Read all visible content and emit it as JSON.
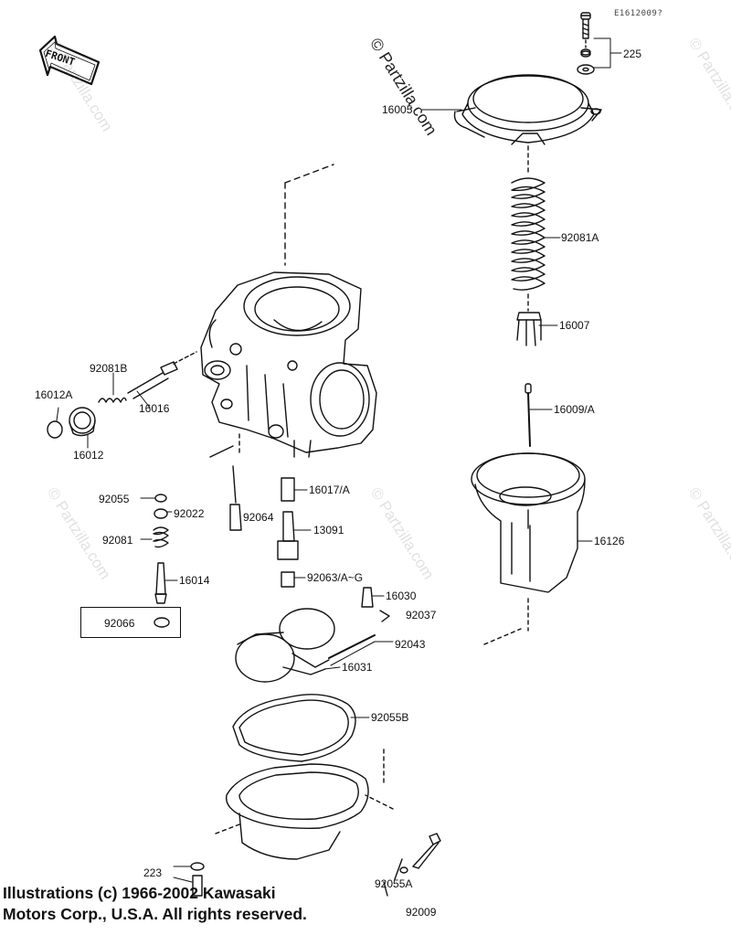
{
  "ref_code": "E1612009?",
  "front_label": "FRONT",
  "watermark": "© Partzilla.com",
  "copyright": {
    "line1": "Illustrations (c) 1966-2002 Kawasaki",
    "line2": "Motors Corp., U.S.A.  All rights reserved."
  },
  "parts": {
    "p225": "225",
    "p16005": "16005",
    "p92081A": "92081A",
    "p16007": "16007",
    "p16009A": "16009/A",
    "p16126": "16126",
    "p92081B": "92081B",
    "p16012A": "16012A",
    "p16016": "16016",
    "p16012": "16012",
    "p92055": "92055",
    "p92022": "92022",
    "p92064": "92064",
    "p16017A": "16017/A",
    "p13091": "13091",
    "p92081": "92081",
    "p16014": "16014",
    "p92063": "92063/A~G",
    "p16030": "16030",
    "p92037": "92037",
    "p92066": "92066",
    "p92043": "92043",
    "p16031": "16031",
    "p92055B": "92055B",
    "p223": "223",
    "p92055A": "92055A",
    "p92009": "92009"
  }
}
